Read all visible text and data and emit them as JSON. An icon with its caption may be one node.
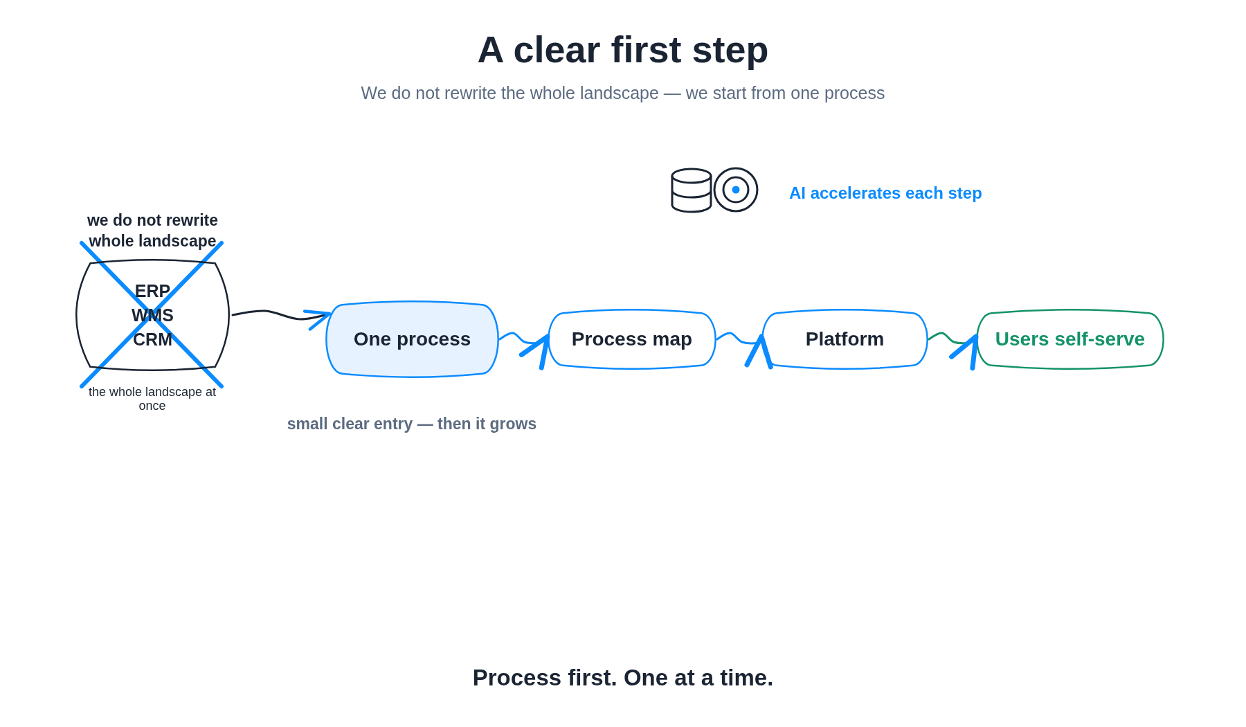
{
  "diagram": {
    "title": "A clear first step",
    "caption": "Process first. One at a time.",
    "nodes": [
      {
        "text": [
          "we do not rewrite whole landscape",
          "ERP WMS CRM"
        ],
        "beside": [
          "the whole landscape at once"
        ]
      },
      {
        "text": [
          "One process"
        ],
        "beside": [
          "small clear entry — then it grows"
        ]
      },
      {
        "text": [
          "Process map"
        ]
      },
      {
        "text": [
          "Platform"
        ]
      },
      {
        "text": [
          "Users self-serve"
        ]
      }
    ],
    "edges": [
      {
        "from": 0,
        "to": 1,
        "arrow": "to",
        "color": "#1b2433"
      },
      {
        "from": 1,
        "to": 2,
        "arrow": "to"
      },
      {
        "from": 2,
        "to": 3,
        "arrow": "to"
      },
      {
        "from": 3,
        "to": 4,
        "arrow": "to",
        "color": "#14936a"
      }
    ],
    "labels": [
      "We do not rewrite the whole landscape — we start from one process",
      "AI accelerates each step"
    ]
  }
}
